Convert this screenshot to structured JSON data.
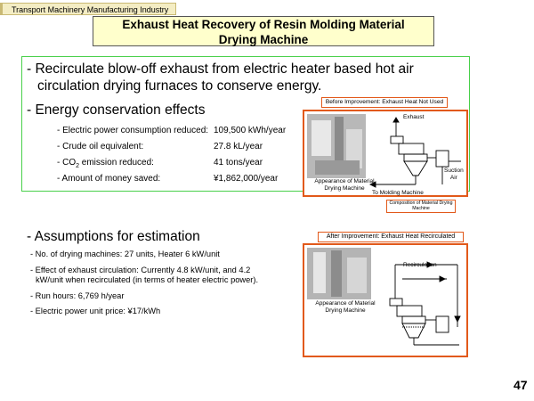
{
  "header": {
    "category": "Transport Machinery Manufacturing Industry"
  },
  "title": {
    "line1": "Exhaust Heat Recovery of Resin Molding Material",
    "line2": "Drying Machine"
  },
  "main": {
    "bullet1_line1": "- Recirculate blow-off exhaust from electric heater based hot air",
    "bullet1_line2": "circulation drying furnaces to conserve energy.",
    "bullet2": "- Energy conservation effects",
    "effects": [
      {
        "label": "- Electric power consumption reduced:",
        "value": "109,500 kWh/year"
      },
      {
        "label": "- Crude oil equivalent:",
        "value": "27.8 kL/year"
      },
      {
        "label_prefix": "- CO",
        "label_sub": "2",
        "label_suffix": " emission reduced:",
        "value": "41 tons/year"
      },
      {
        "label": "- Amount of money saved:",
        "value": "¥1,862,000/year"
      }
    ]
  },
  "before": {
    "label": "Before Improvement: Exhaust Heat Not Used",
    "photo_caption_1": "Appearance of Material",
    "photo_caption_2": "Drying Machine",
    "exhaust": "Exhaust",
    "suction_1": "Suction",
    "suction_2": "Air",
    "to_molding": "To Molding Machine",
    "composition_1": "Composition of Material Drying",
    "composition_2": "Machine"
  },
  "assumptions": {
    "heading": "- Assumptions for estimation",
    "items": [
      "- No. of drying machines: 27 units, Heater 6 kW/unit",
      "- Effect of exhaust circulation: Currently 4.8 kW/unit, and 4.2",
      "kW/unit when recirculated (in terms of heater electric power).",
      "- Run hours:  6,769 h/year",
      "- Electric power unit price:  ¥17/kWh"
    ]
  },
  "after": {
    "label": "After Improvement: Exhaust Heat Recirculated",
    "recirculation": "Recirculation",
    "photo_caption_1": "Appearance of Material",
    "photo_caption_2": "Drying Machine"
  },
  "footer": {
    "page_number": "47"
  },
  "colors": {
    "green_border": "#49d04a",
    "orange_border": "#e2591a",
    "title_bg": "#ffffcc",
    "tag_bg": "#f4edc4"
  }
}
